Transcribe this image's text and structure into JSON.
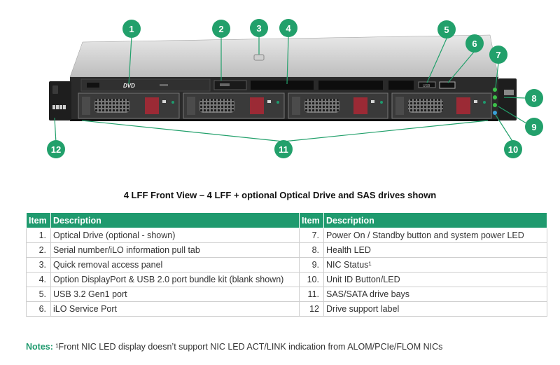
{
  "callouts": [
    "1",
    "2",
    "3",
    "4",
    "5",
    "6",
    "7",
    "8",
    "9",
    "10",
    "11",
    "12"
  ],
  "caption": "4 LFF Front View – 4 LFF + optional Optical Drive and SAS drives shown",
  "server": {
    "dvd_text": "DVD",
    "usb_text": "USB"
  },
  "table": {
    "headers": {
      "item": "Item",
      "description": "Description"
    },
    "left": [
      {
        "num": "1.",
        "desc": "Optical Drive (optional - shown)"
      },
      {
        "num": "2.",
        "desc": "Serial number/iLO information pull tab"
      },
      {
        "num": "3.",
        "desc": "Quick removal access panel"
      },
      {
        "num": "4.",
        "desc": "Option DisplayPort & USB 2.0 port bundle kit (blank shown)"
      },
      {
        "num": "5.",
        "desc": "USB 3.2 Gen1 port"
      },
      {
        "num": "6.",
        "desc": "iLO Service Port"
      }
    ],
    "right": [
      {
        "num": "7.",
        "desc": "Power On / Standby button and system power LED"
      },
      {
        "num": "8.",
        "desc": "Health LED"
      },
      {
        "num": "9.",
        "desc": "NIC Status¹"
      },
      {
        "num": "10.",
        "desc": "Unit ID Button/LED"
      },
      {
        "num": "11.",
        "desc": "SAS/SATA drive bays"
      },
      {
        "num": "12",
        "desc": "Drive support label"
      }
    ]
  },
  "notes": {
    "label": "Notes:",
    "text": "¹Front NIC LED display doesn’t support NIC LED ACT/LINK indication from ALOM/PCIe/FLOM NICs"
  },
  "colors": {
    "accent": "#1f9a6e",
    "callout": "#22a06b"
  }
}
